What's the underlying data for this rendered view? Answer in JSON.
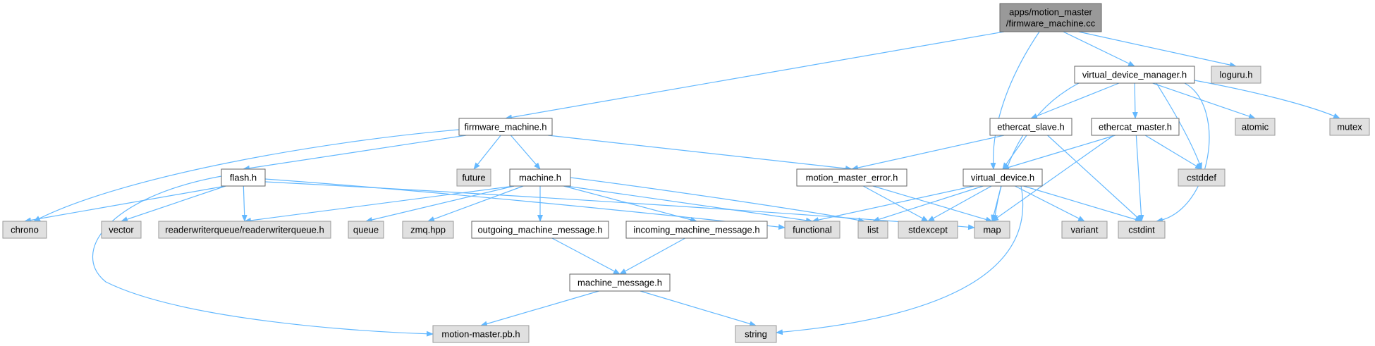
{
  "colors": {
    "edge": "#63b8ff",
    "root_fill": "#999999",
    "root_stroke": "#666666",
    "file_fill": "#ffffff",
    "file_stroke": "#666666",
    "system_fill": "#e0e0e0",
    "system_stroke": "#999999",
    "text": "#000000"
  },
  "nodes": [
    {
      "id": "root",
      "lines": [
        "apps/motion_master",
        "/firmware_machine.cc"
      ],
      "kind": "root"
    },
    {
      "id": "vdm",
      "lines": [
        "virtual_device_manager.h"
      ],
      "kind": "file"
    },
    {
      "id": "loguru",
      "lines": [
        "loguru.h"
      ],
      "kind": "system"
    },
    {
      "id": "fm",
      "lines": [
        "firmware_machine.h"
      ],
      "kind": "file"
    },
    {
      "id": "es",
      "lines": [
        "ethercat_slave.h"
      ],
      "kind": "file"
    },
    {
      "id": "em",
      "lines": [
        "ethercat_master.h"
      ],
      "kind": "file"
    },
    {
      "id": "atomic",
      "lines": [
        "atomic"
      ],
      "kind": "system"
    },
    {
      "id": "mutex",
      "lines": [
        "mutex"
      ],
      "kind": "system"
    },
    {
      "id": "future",
      "lines": [
        "future"
      ],
      "kind": "system"
    },
    {
      "id": "flash",
      "lines": [
        "flash.h"
      ],
      "kind": "file"
    },
    {
      "id": "machine",
      "lines": [
        "machine.h"
      ],
      "kind": "file"
    },
    {
      "id": "mme",
      "lines": [
        "motion_master_error.h"
      ],
      "kind": "file"
    },
    {
      "id": "vd",
      "lines": [
        "virtual_device.h"
      ],
      "kind": "file"
    },
    {
      "id": "cstddef",
      "lines": [
        "cstddef"
      ],
      "kind": "system"
    },
    {
      "id": "chrono",
      "lines": [
        "chrono"
      ],
      "kind": "system"
    },
    {
      "id": "vector",
      "lines": [
        "vector"
      ],
      "kind": "system"
    },
    {
      "id": "rwq",
      "lines": [
        "readerwriterqueue/readerwriterqueue.h"
      ],
      "kind": "system"
    },
    {
      "id": "queue",
      "lines": [
        "queue"
      ],
      "kind": "system"
    },
    {
      "id": "zmq",
      "lines": [
        "zmq.hpp"
      ],
      "kind": "system"
    },
    {
      "id": "omm",
      "lines": [
        "outgoing_machine_message.h"
      ],
      "kind": "file"
    },
    {
      "id": "imm",
      "lines": [
        "incoming_machine_message.h"
      ],
      "kind": "file"
    },
    {
      "id": "functional",
      "lines": [
        "functional"
      ],
      "kind": "system"
    },
    {
      "id": "list",
      "lines": [
        "list"
      ],
      "kind": "system"
    },
    {
      "id": "stdexcept",
      "lines": [
        "stdexcept"
      ],
      "kind": "system"
    },
    {
      "id": "map",
      "lines": [
        "map"
      ],
      "kind": "system"
    },
    {
      "id": "variant",
      "lines": [
        "variant"
      ],
      "kind": "system"
    },
    {
      "id": "cstdint",
      "lines": [
        "cstdint"
      ],
      "kind": "system"
    },
    {
      "id": "mm",
      "lines": [
        "machine_message.h"
      ],
      "kind": "file"
    },
    {
      "id": "pb",
      "lines": [
        "motion-master.pb.h"
      ],
      "kind": "system"
    },
    {
      "id": "string",
      "lines": [
        "string"
      ],
      "kind": "system"
    }
  ],
  "edges": [
    [
      "root",
      "fm"
    ],
    [
      "root",
      "vdm"
    ],
    [
      "root",
      "loguru"
    ],
    [
      "root",
      "vd"
    ],
    [
      "vdm",
      "es"
    ],
    [
      "vdm",
      "em"
    ],
    [
      "vdm",
      "atomic"
    ],
    [
      "vdm",
      "mutex"
    ],
    [
      "vdm",
      "cstddef"
    ],
    [
      "vdm",
      "map"
    ],
    [
      "vdm",
      "cstdint"
    ],
    [
      "fm",
      "flash"
    ],
    [
      "fm",
      "machine"
    ],
    [
      "fm",
      "future"
    ],
    [
      "fm",
      "mme"
    ],
    [
      "fm",
      "chrono"
    ],
    [
      "es",
      "mme"
    ],
    [
      "es",
      "vd"
    ],
    [
      "es",
      "cstdint"
    ],
    [
      "em",
      "vd"
    ],
    [
      "em",
      "cstddef"
    ],
    [
      "em",
      "cstdint"
    ],
    [
      "em",
      "map"
    ],
    [
      "flash",
      "chrono"
    ],
    [
      "flash",
      "vector"
    ],
    [
      "flash",
      "rwq"
    ],
    [
      "flash",
      "pb"
    ],
    [
      "flash",
      "functional"
    ],
    [
      "flash",
      "map"
    ],
    [
      "machine",
      "rwq"
    ],
    [
      "machine",
      "queue"
    ],
    [
      "machine",
      "zmq"
    ],
    [
      "machine",
      "omm"
    ],
    [
      "machine",
      "imm"
    ],
    [
      "machine",
      "functional"
    ],
    [
      "machine",
      "list"
    ],
    [
      "mme",
      "stdexcept"
    ],
    [
      "mme",
      "map"
    ],
    [
      "vd",
      "functional"
    ],
    [
      "vd",
      "list"
    ],
    [
      "vd",
      "stdexcept"
    ],
    [
      "vd",
      "map"
    ],
    [
      "vd",
      "variant"
    ],
    [
      "vd",
      "cstdint"
    ],
    [
      "vd",
      "string"
    ],
    [
      "omm",
      "mm"
    ],
    [
      "imm",
      "mm"
    ],
    [
      "mm",
      "pb"
    ],
    [
      "mm",
      "string"
    ]
  ]
}
